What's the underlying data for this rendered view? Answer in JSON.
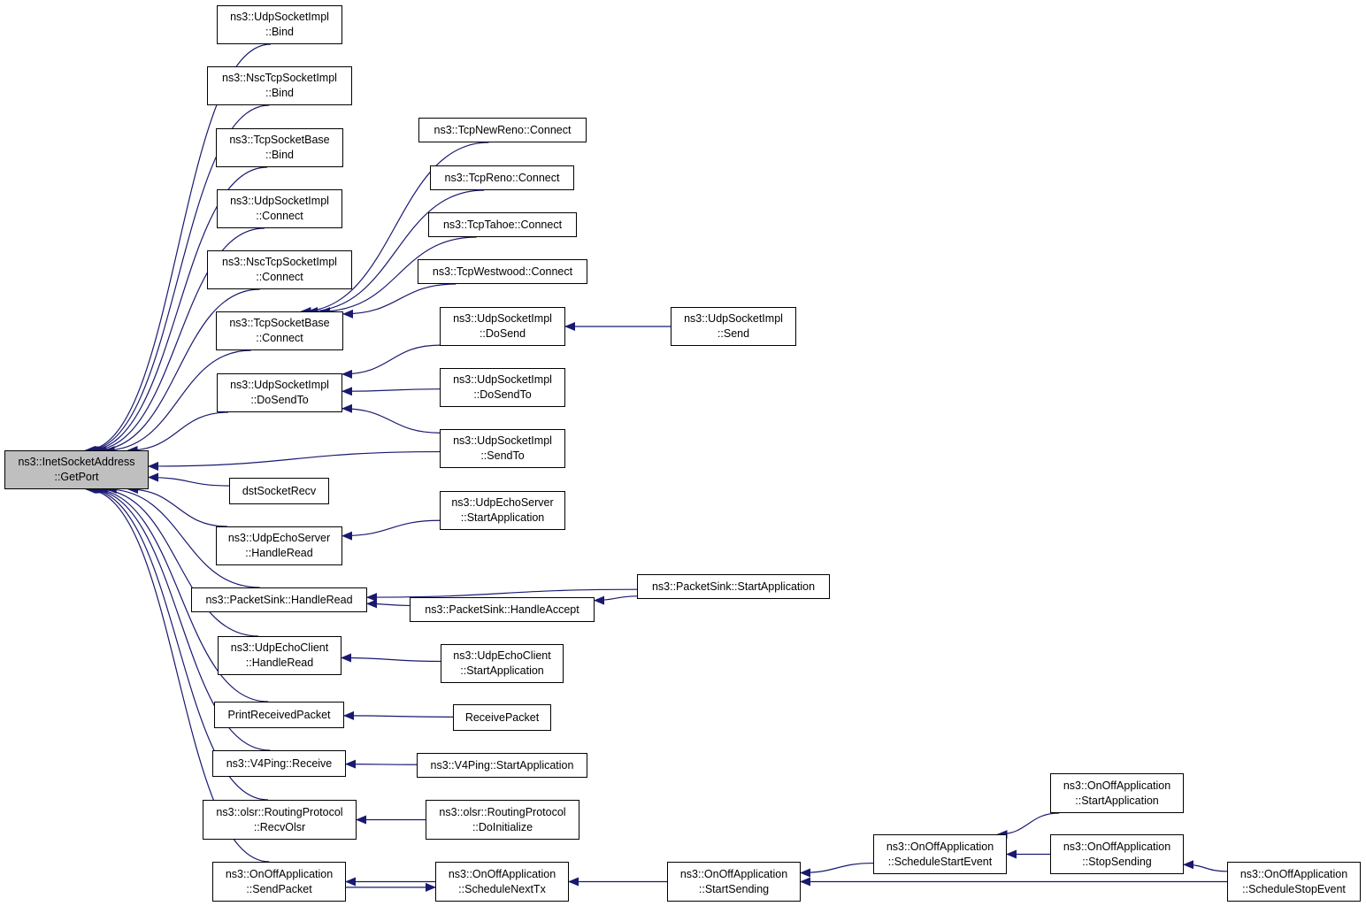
{
  "colors": {
    "edge": "#191970",
    "root_fill": "#bfbfbf",
    "node_fill": "#ffffff",
    "border": "#000000"
  },
  "nodes": {
    "root": {
      "l1": "ns3::InetSocketAddress",
      "l2": "::GetPort"
    },
    "udp_bind": {
      "l1": "ns3::UdpSocketImpl",
      "l2": "::Bind"
    },
    "nsc_bind": {
      "l1": "ns3::NscTcpSocketImpl",
      "l2": "::Bind"
    },
    "tcp_bind": {
      "l1": "ns3::TcpSocketBase",
      "l2": "::Bind"
    },
    "udp_connect": {
      "l1": "ns3::UdpSocketImpl",
      "l2": "::Connect"
    },
    "nsc_connect": {
      "l1": "ns3::NscTcpSocketImpl",
      "l2": "::Connect"
    },
    "tcp_connect": {
      "l1": "ns3::TcpSocketBase",
      "l2": "::Connect"
    },
    "newreno_connect": {
      "l1": "ns3::TcpNewReno::Connect"
    },
    "reno_connect": {
      "l1": "ns3::TcpReno::Connect"
    },
    "tahoe_connect": {
      "l1": "ns3::TcpTahoe::Connect"
    },
    "westwood_connect": {
      "l1": "ns3::TcpWestwood::Connect"
    },
    "udp_dosendto": {
      "l1": "ns3::UdpSocketImpl",
      "l2": "::DoSendTo"
    },
    "udp_dosend": {
      "l1": "ns3::UdpSocketImpl",
      "l2": "::DoSend"
    },
    "udp_send": {
      "l1": "ns3::UdpSocketImpl",
      "l2": "::Send"
    },
    "udp_dosendto2": {
      "l1": "ns3::UdpSocketImpl",
      "l2": "::DoSendTo"
    },
    "udp_sendto": {
      "l1": "ns3::UdpSocketImpl",
      "l2": "::SendTo"
    },
    "dst_socket_recv": {
      "l1": "dstSocketRecv"
    },
    "echoserver_handleread": {
      "l1": "ns3::UdpEchoServer",
      "l2": "::HandleRead"
    },
    "echoserver_start": {
      "l1": "ns3::UdpEchoServer",
      "l2": "::StartApplication"
    },
    "packetsink_handleread": {
      "l1": "ns3::PacketSink::HandleRead"
    },
    "packetsink_start": {
      "l1": "ns3::PacketSink::StartApplication"
    },
    "packetsink_handleaccept": {
      "l1": "ns3::PacketSink::HandleAccept"
    },
    "echoclient_handleread": {
      "l1": "ns3::UdpEchoClient",
      "l2": "::HandleRead"
    },
    "echoclient_start": {
      "l1": "ns3::UdpEchoClient",
      "l2": "::StartApplication"
    },
    "print_received": {
      "l1": "PrintReceivedPacket"
    },
    "receive_packet": {
      "l1": "ReceivePacket"
    },
    "v4ping_receive": {
      "l1": "ns3::V4Ping::Receive"
    },
    "v4ping_start": {
      "l1": "ns3::V4Ping::StartApplication"
    },
    "olsr_recv": {
      "l1": "ns3::olsr::RoutingProtocol",
      "l2": "::RecvOlsr"
    },
    "olsr_init": {
      "l1": "ns3::olsr::RoutingProtocol",
      "l2": "::DoInitialize"
    },
    "onoff_sendpacket": {
      "l1": "ns3::OnOffApplication",
      "l2": "::SendPacket"
    },
    "onoff_nexttx": {
      "l1": "ns3::OnOffApplication",
      "l2": "::ScheduleNextTx"
    },
    "onoff_startsending": {
      "l1": "ns3::OnOffApplication",
      "l2": "::StartSending"
    },
    "onoff_schedstart": {
      "l1": "ns3::OnOffApplication",
      "l2": "::ScheduleStartEvent"
    },
    "onoff_startapp": {
      "l1": "ns3::OnOffApplication",
      "l2": "::StartApplication"
    },
    "onoff_stopsending": {
      "l1": "ns3::OnOffApplication",
      "l2": "::StopSending"
    },
    "onoff_schedstop": {
      "l1": "ns3::OnOffApplication",
      "l2": "::ScheduleStopEvent"
    }
  },
  "edges": [
    {
      "from": "udp_bind",
      "to": "root"
    },
    {
      "from": "nsc_bind",
      "to": "root"
    },
    {
      "from": "tcp_bind",
      "to": "root"
    },
    {
      "from": "udp_connect",
      "to": "root"
    },
    {
      "from": "nsc_connect",
      "to": "root"
    },
    {
      "from": "tcp_connect",
      "to": "root"
    },
    {
      "from": "udp_dosendto",
      "to": "root"
    },
    {
      "from": "udp_sendto",
      "to": "root"
    },
    {
      "from": "dst_socket_recv",
      "to": "root"
    },
    {
      "from": "echoserver_handleread",
      "to": "root"
    },
    {
      "from": "packetsink_handleread",
      "to": "root"
    },
    {
      "from": "echoclient_handleread",
      "to": "root"
    },
    {
      "from": "print_received",
      "to": "root"
    },
    {
      "from": "v4ping_receive",
      "to": "root"
    },
    {
      "from": "olsr_recv",
      "to": "root"
    },
    {
      "from": "onoff_sendpacket",
      "to": "root"
    },
    {
      "from": "newreno_connect",
      "to": "tcp_connect"
    },
    {
      "from": "reno_connect",
      "to": "tcp_connect"
    },
    {
      "from": "tahoe_connect",
      "to": "tcp_connect"
    },
    {
      "from": "westwood_connect",
      "to": "tcp_connect"
    },
    {
      "from": "udp_dosend",
      "to": "udp_dosendto"
    },
    {
      "from": "udp_dosendto2",
      "to": "udp_dosendto"
    },
    {
      "from": "udp_sendto",
      "to": "udp_dosendto"
    },
    {
      "from": "udp_send",
      "to": "udp_dosend"
    },
    {
      "from": "echoserver_start",
      "to": "echoserver_handleread"
    },
    {
      "from": "packetsink_start",
      "to": "packetsink_handleread"
    },
    {
      "from": "packetsink_handleaccept",
      "to": "packetsink_handleread"
    },
    {
      "from": "packetsink_start",
      "to": "packetsink_handleaccept"
    },
    {
      "from": "echoclient_start",
      "to": "echoclient_handleread"
    },
    {
      "from": "receive_packet",
      "to": "print_received"
    },
    {
      "from": "v4ping_start",
      "to": "v4ping_receive"
    },
    {
      "from": "olsr_init",
      "to": "olsr_recv"
    },
    {
      "from": "onoff_nexttx",
      "to": "onoff_sendpacket"
    },
    {
      "from": "onoff_sendpacket",
      "to": "onoff_nexttx"
    },
    {
      "from": "onoff_startsending",
      "to": "onoff_nexttx"
    },
    {
      "from": "onoff_schedstart",
      "to": "onoff_startsending"
    },
    {
      "from": "onoff_schedstop",
      "to": "onoff_startsending"
    },
    {
      "from": "onoff_startapp",
      "to": "onoff_schedstart"
    },
    {
      "from": "onoff_stopsending",
      "to": "onoff_schedstart"
    },
    {
      "from": "onoff_schedstop",
      "to": "onoff_stopsending"
    }
  ]
}
